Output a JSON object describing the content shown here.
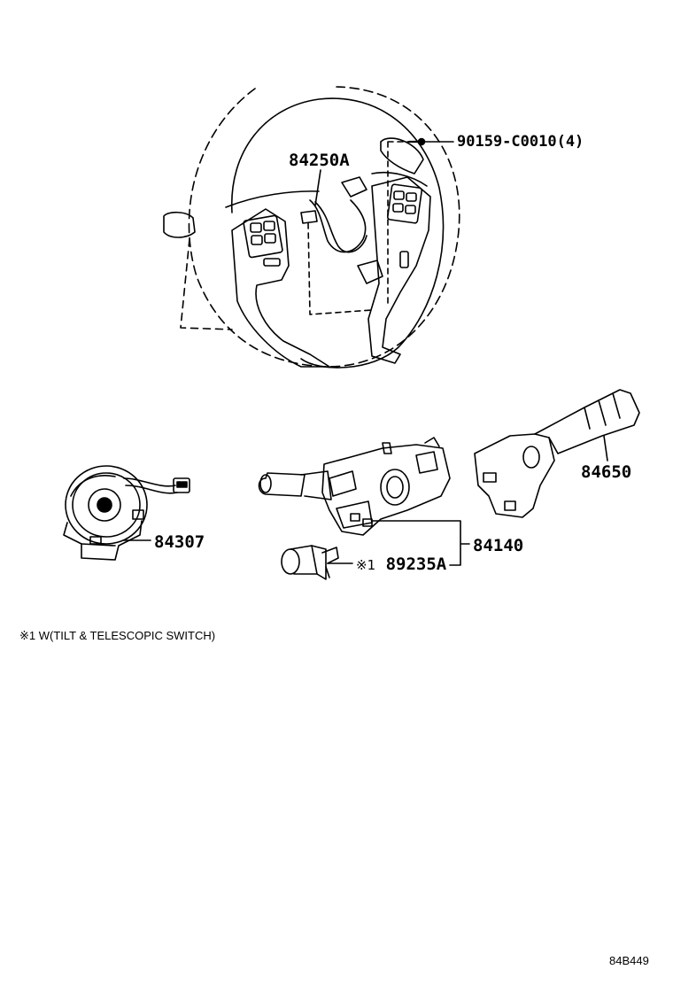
{
  "callouts": {
    "steering_switch": "84250A",
    "screw": "90159-C0010(4)",
    "headlight_switch": "84650",
    "spiral_cable": "84307",
    "combination_switch": "84140",
    "tilt_switch_mark": "※1",
    "tilt_switch": "89235A"
  },
  "footnote": "※1 W(TILT & TELESCOPIC SWITCH)",
  "diagram_code": "84B449"
}
